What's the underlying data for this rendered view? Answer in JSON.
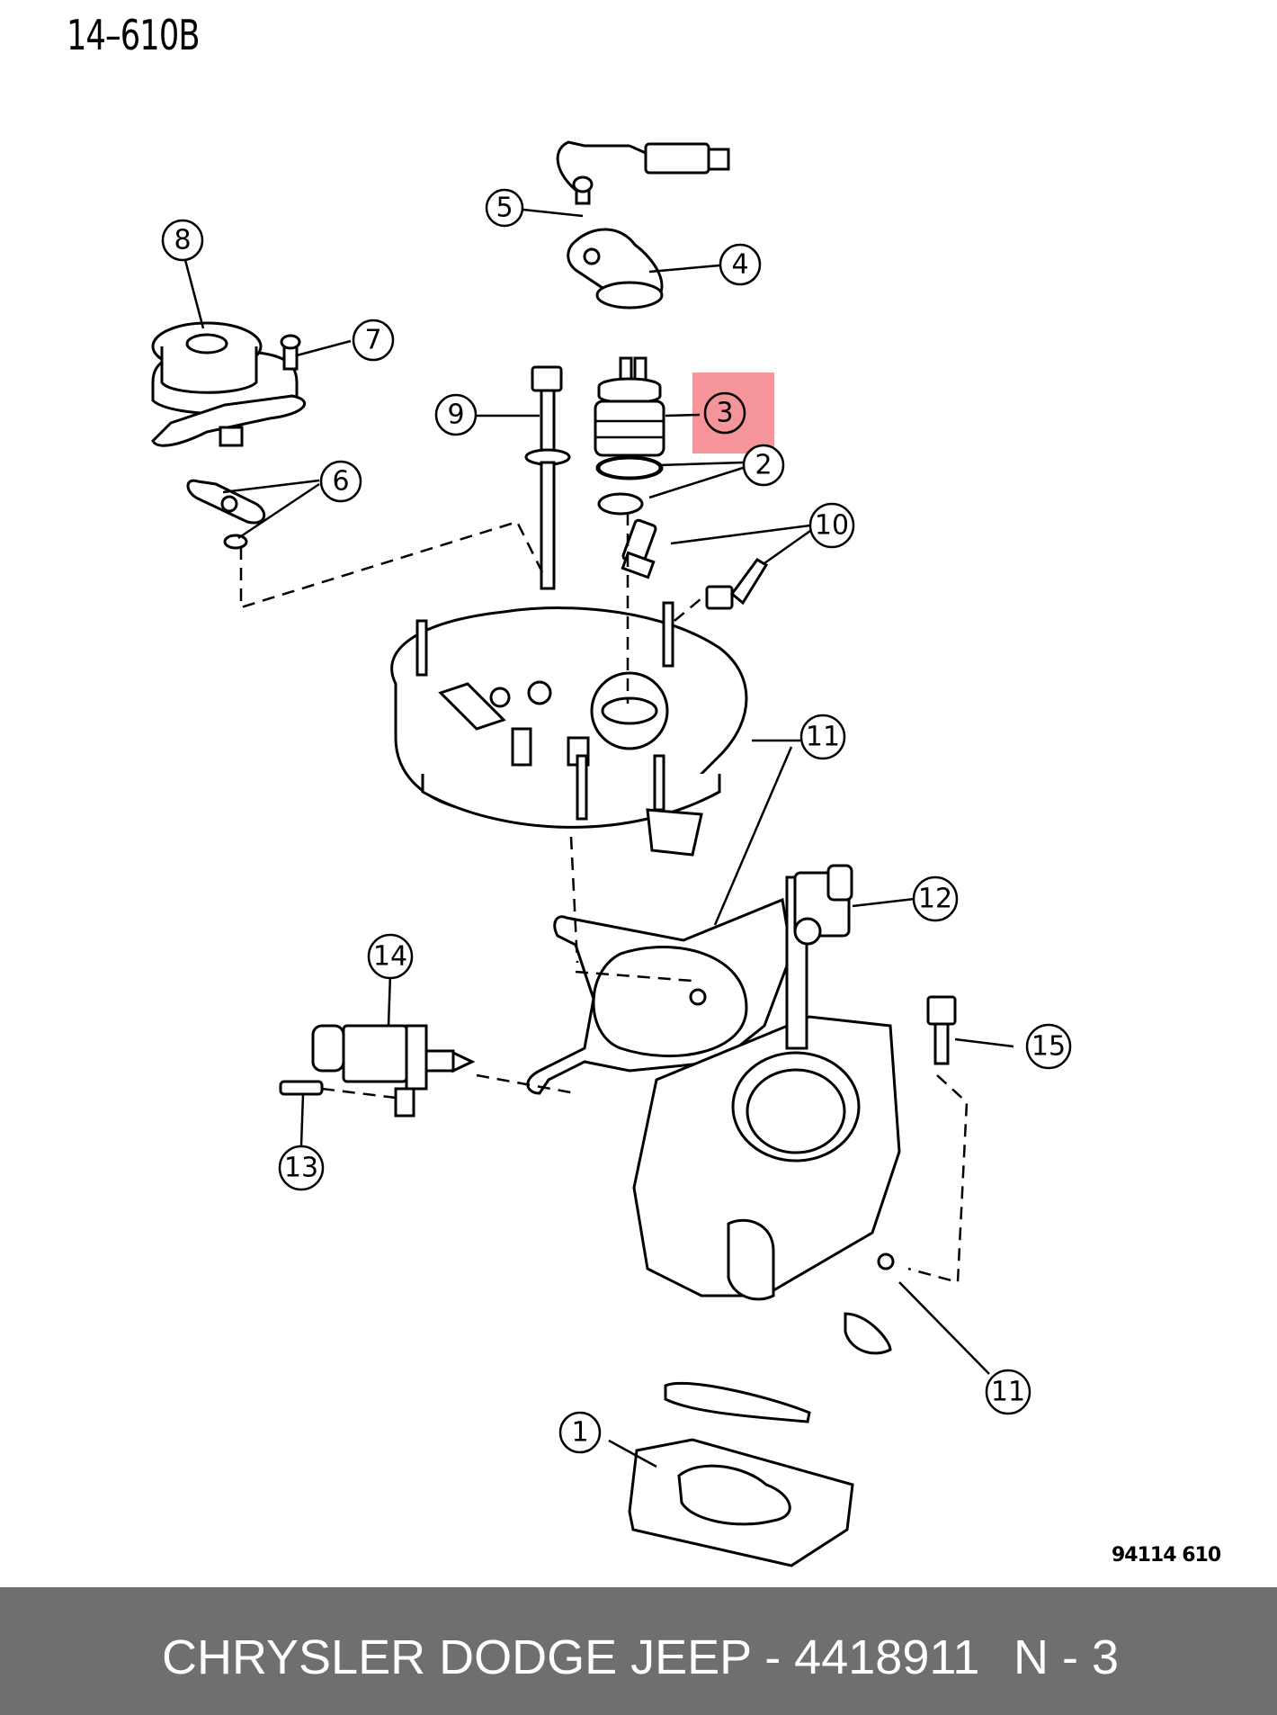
{
  "diagram": {
    "code_top": "14–610B",
    "code_bottom": "94114  610",
    "highlight_color": "#ef5b63",
    "highlighted_callout": "3",
    "callouts": [
      "1",
      "2",
      "3",
      "4",
      "5",
      "6",
      "7",
      "8",
      "9",
      "10",
      "11",
      "11",
      "12",
      "13",
      "14",
      "15"
    ]
  },
  "footer": {
    "part_text": "CHRYSLER DODGE JEEP - 4418911",
    "qty_text": "N - 3",
    "background": "#6f6f6f"
  }
}
